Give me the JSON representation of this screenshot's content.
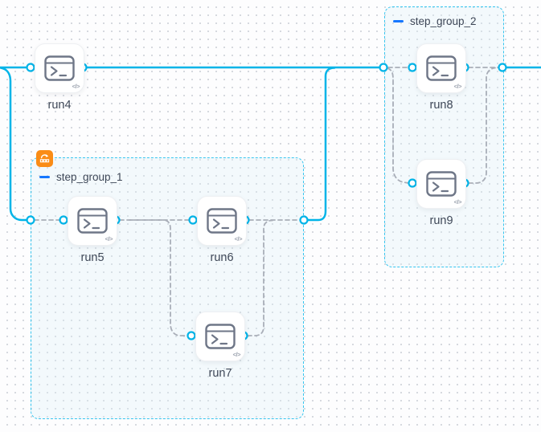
{
  "canvas": {
    "background": "#fdfdfe",
    "grid_dot_color": "#c9cdd5"
  },
  "colors": {
    "edge_solid_cyan": "#00b4e8",
    "edge_dashed_gray": "#a9aeb8",
    "group_border_cyan": "#37c5ef",
    "port_ring": "#00b4e8",
    "collapse_minus_blue": "#1677ff",
    "loop_badge_orange": "#fa8c16",
    "node_icon_gray": "#6e7687",
    "label_text": "#3e4757"
  },
  "nodes": [
    {
      "id": "run4",
      "label": "run4"
    },
    {
      "id": "run5",
      "label": "run5"
    },
    {
      "id": "run6",
      "label": "run6"
    },
    {
      "id": "run7",
      "label": "run7"
    },
    {
      "id": "run8",
      "label": "run8"
    },
    {
      "id": "run9",
      "label": "run9"
    }
  ],
  "groups": [
    {
      "id": "step_group_1",
      "label": "step_group_1",
      "has_loop_badge": true
    },
    {
      "id": "step_group_2",
      "label": "step_group_2",
      "has_loop_badge": false
    }
  ],
  "icons": {
    "node_icon": "terminal-icon",
    "node_corner_badge_text": "</>",
    "group_badge": "loop-icon"
  },
  "edges": [
    "canvas-left -> run4.in",
    "canvas-left -> step_group_1.entry",
    "run4.out -> step_group_2.entry",
    "step_group_1.exit -> step_group_2.entry",
    "step_group_1.entry -> run5.in",
    "run5.out -> run6.in",
    "run5.out -> run7.in",
    "run6.out -> step_group_1.exit",
    "run7.out -> step_group_1.exit",
    "step_group_2.entry -> run8.in",
    "step_group_2.entry -> run9.in",
    "run8.out -> step_group_2.exit",
    "run9.out -> step_group_2.exit",
    "step_group_2.exit -> canvas-right"
  ]
}
